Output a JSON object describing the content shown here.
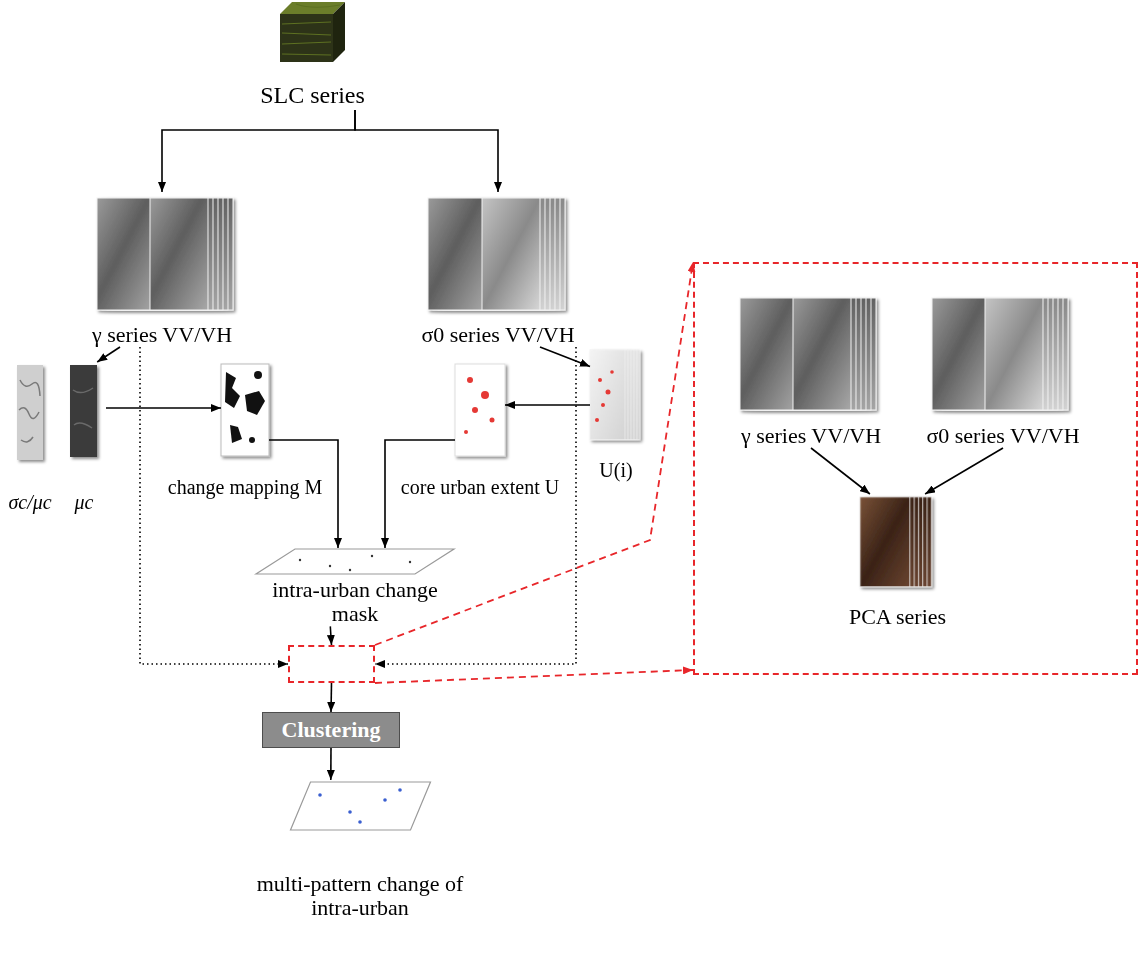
{
  "diagram": {
    "nodes": [
      {
        "text": [
          "SLC series"
        ]
      },
      {
        "text": [
          "γ series VV/VH"
        ]
      },
      {
        "text": [
          "σ0 series VV/VH"
        ]
      },
      {
        "text": [
          "σc/μc"
        ]
      },
      {
        "text": [
          "μc"
        ]
      },
      {
        "text": [
          "change mapping M"
        ]
      },
      {
        "text": [
          "core urban extent U"
        ]
      },
      {
        "text": [
          "U(i)"
        ]
      },
      {
        "text": [
          "intra-urban change mask"
        ]
      },
      {
        "text": []
      },
      {
        "text": [
          "Clustering"
        ]
      },
      {
        "text": [
          "multi-pattern change of intra-urban"
        ]
      },
      {
        "text": []
      },
      {
        "text": [
          "γ series VV/VH"
        ],
        "in": 12
      },
      {
        "text": [
          "σ0 series VV/VH"
        ],
        "in": 12
      },
      {
        "text": [
          "PCA series"
        ],
        "in": 12
      }
    ],
    "edges": [
      {
        "from": 0,
        "to": 1,
        "arrow": "to"
      },
      {
        "from": 0,
        "to": 2,
        "arrow": "to"
      },
      {
        "from": 1,
        "to": 4,
        "arrow": "to"
      },
      {
        "from": 4,
        "to": 5,
        "arrow": "to"
      },
      {
        "from": 2,
        "to": 7,
        "arrow": "to"
      },
      {
        "from": 7,
        "to": 6,
        "arrow": "to"
      },
      {
        "from": 5,
        "to": 8,
        "arrow": "to"
      },
      {
        "from": 6,
        "to": 8,
        "arrow": "to"
      },
      {
        "from": 8,
        "to": 9,
        "arrow": "to"
      },
      {
        "from": 1,
        "to": 9,
        "arrow": "to"
      },
      {
        "from": 2,
        "to": 9,
        "arrow": "to"
      },
      {
        "from": 9,
        "to": 12,
        "arrow": "to"
      },
      {
        "from": 9,
        "to": 12,
        "arrow": "to"
      },
      {
        "from": 9,
        "to": 10,
        "arrow": "to"
      },
      {
        "from": 10,
        "to": 11,
        "arrow": "to"
      },
      {
        "from": 13,
        "to": 15,
        "arrow": "to"
      },
      {
        "from": 14,
        "to": 15,
        "arrow": "to"
      }
    ]
  }
}
